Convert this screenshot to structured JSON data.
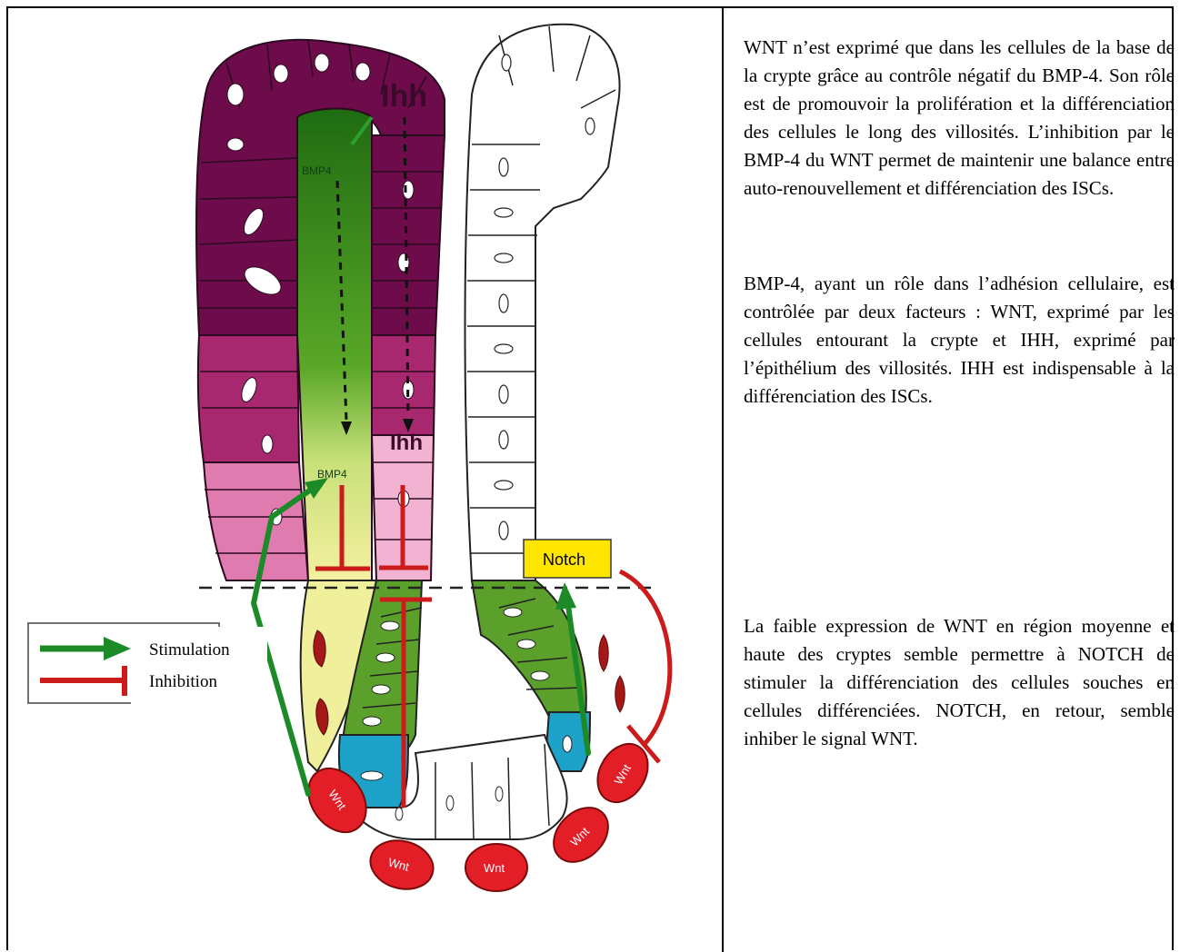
{
  "diagram": {
    "labels": {
      "ihh_top": "Ihh",
      "ihh_mid": "Ihh",
      "bmp4_top": "BMP4",
      "bmp4_mid": "BMP4",
      "notch": "Notch",
      "wnt": "Wnt"
    },
    "legend": {
      "stimulation": "Stimulation",
      "inhibition": "Inhibition"
    },
    "colors": {
      "villus_dark": "#6e0b4a",
      "villus_mid": "#a8286f",
      "villus_light": "#e07bb0",
      "villus_pale": "#f2b3d3",
      "bmp_gradient": "#2f7a1a",
      "crypt_green": "#5ca02c",
      "crypt_cyan": "#1da2c9",
      "wnt_red": "#e41e26",
      "notch_yellow": "#ffe600",
      "stimulation_arrow": "#1c8a26",
      "inhibition_bar": "#cc1b1b"
    }
  },
  "text": {
    "p1": "WNT n’est exprimé que dans les cellules de la base de la crypte grâce au contrôle négatif du BMP-4. Son rôle est de promouvoir la prolifération et la différenciation des cellules le long des villosités. L’inhibition par le BMP-4 du WNT permet de maintenir une balance entre auto-renouvellement et différenciation des ISCs.",
    "p2": "BMP-4, ayant un rôle dans l’adhésion cellulaire, est contrôlée par deux facteurs : WNT, exprimé par les cellules entourant la crypte et IHH, exprimé par l’épithélium des villosités. IHH est indispensable à la différenciation des ISCs.",
    "p3": "La faible expression de WNT en région moyenne et haute des cryptes semble permettre à NOTCH de stimuler la différenciation des cellules souches en cellules différenciées. NOTCH, en retour, semble inhiber le signal WNT."
  }
}
